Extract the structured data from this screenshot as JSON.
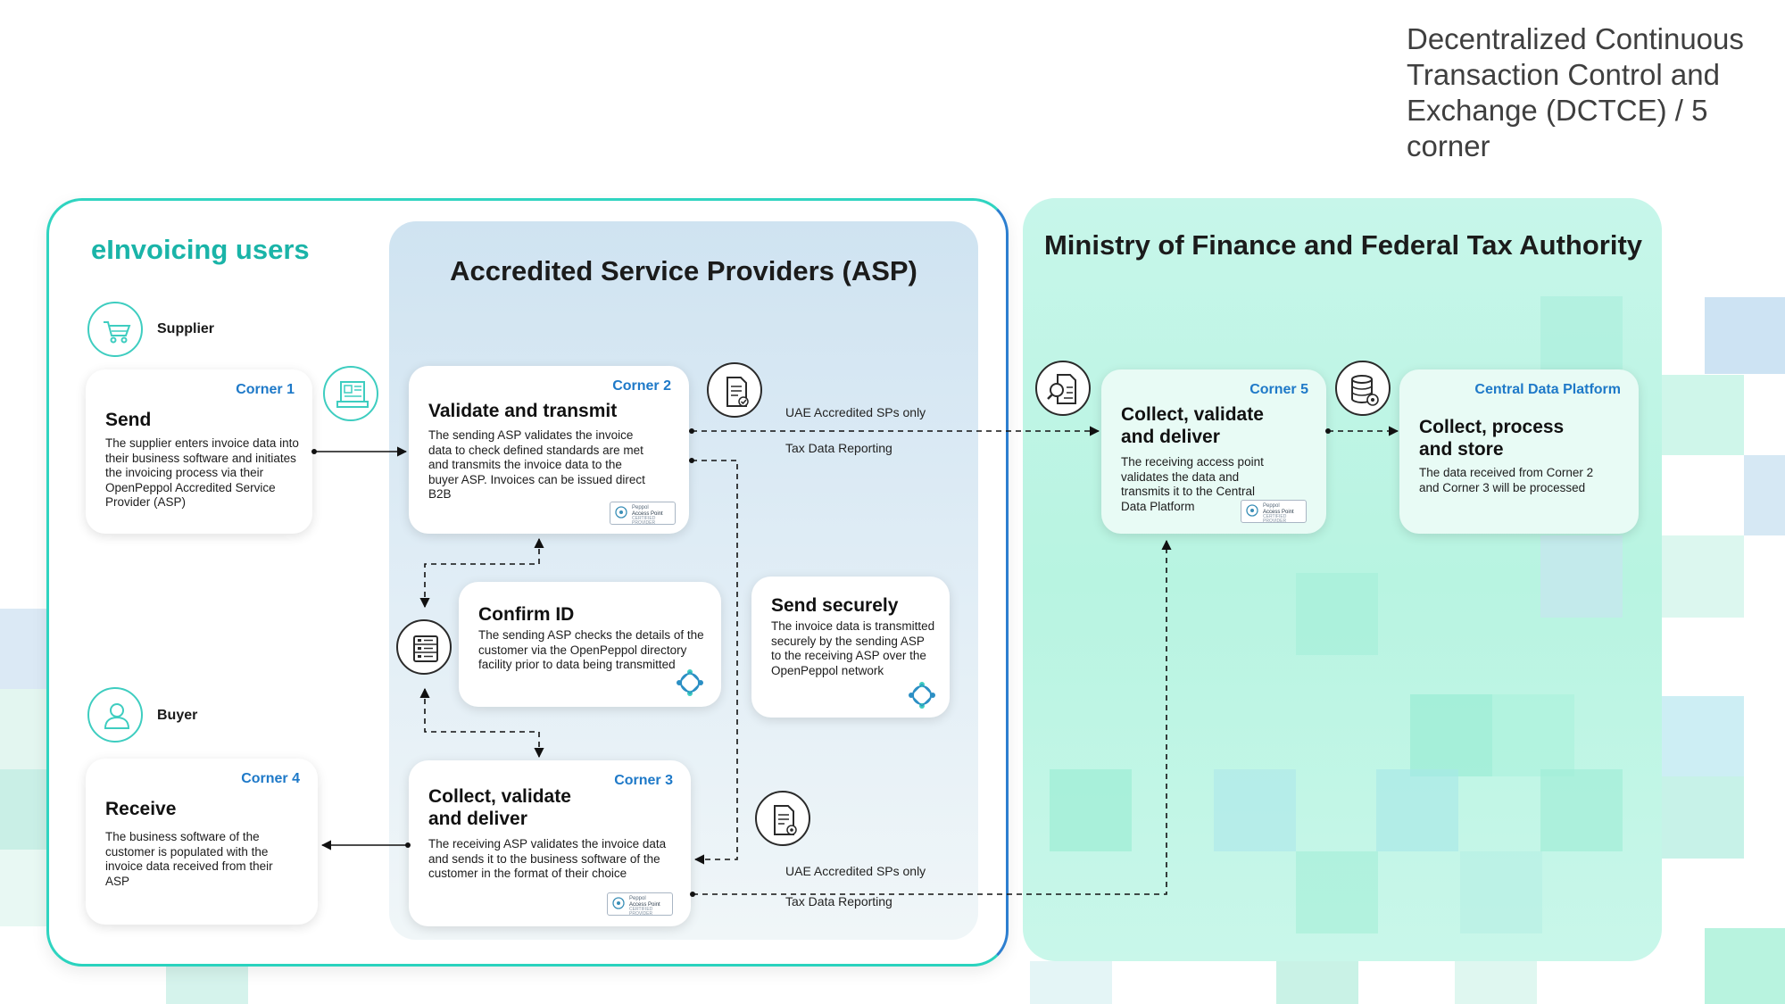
{
  "title": "Decentralized Continuous Transaction Control and Exchange (DCTCE) / 5 corner",
  "sections": {
    "users": "eInvoicing users",
    "asp": "Accredited Service Providers (ASP)",
    "mof": "Ministry of Finance and Federal Tax Authority"
  },
  "roles": {
    "supplier": "Supplier",
    "buyer": "Buyer"
  },
  "cards": {
    "send": {
      "corner": "Corner 1",
      "title": "Send",
      "desc": "The supplier enters invoice data into their business software and initiates the invoicing process via their OpenPeppol Accredited Service Provider (ASP)"
    },
    "validate": {
      "corner": "Corner 2",
      "title": "Validate and transmit",
      "desc": "The sending ASP validates the invoice data to check defined standards are met and transmits the invoice data to the buyer ASP. Invoices can be issued direct B2B"
    },
    "confirm": {
      "title": "Confirm ID",
      "desc": "The sending ASP checks the details of the customer via the OpenPeppol directory facility prior to data being transmitted"
    },
    "secure": {
      "title": "Send securely",
      "desc": "The invoice data is transmitted securely by the sending ASP to the receiving ASP over the OpenPeppol network"
    },
    "collect3": {
      "corner": "Corner 3",
      "title": "Collect, validate and deliver",
      "desc": "The receiving ASP validates the invoice data and sends it to the business software of the customer in the format of their choice"
    },
    "receive": {
      "corner": "Corner 4",
      "title": "Receive",
      "desc": "The business software of the customer is populated with the invoice data received from their ASP"
    },
    "collect5": {
      "corner": "Corner 5",
      "title": "Collect, validate and deliver",
      "desc": "The receiving access point validates the data and transmits it to the Central Data Platform"
    },
    "central": {
      "corner": "Central Data Platform",
      "title": "Collect, process and store",
      "desc": "The data received from Corner 2 and Corner 3 will be processed"
    }
  },
  "notes": {
    "top_sp": "UAE Accredited SPs only",
    "top_tax": "Tax Data Reporting",
    "bottom_sp": "UAE Accredited SPs only",
    "bottom_tax": "Tax Data Reporting"
  },
  "badge": {
    "line1": "Peppol",
    "line2": "Access Point",
    "line3": "CERTIFIED PROVIDER"
  },
  "colors": {
    "teal": "#1ab4a8",
    "blue": "#1e79c8",
    "mint": "#b8f4e1"
  },
  "icons": [
    "shopping-cart-icon",
    "invoice-register-icon",
    "document-check-icon",
    "document-search-icon",
    "database-gear-icon",
    "address-book-icon",
    "user-icon",
    "document-gear-icon",
    "network-icon"
  ]
}
